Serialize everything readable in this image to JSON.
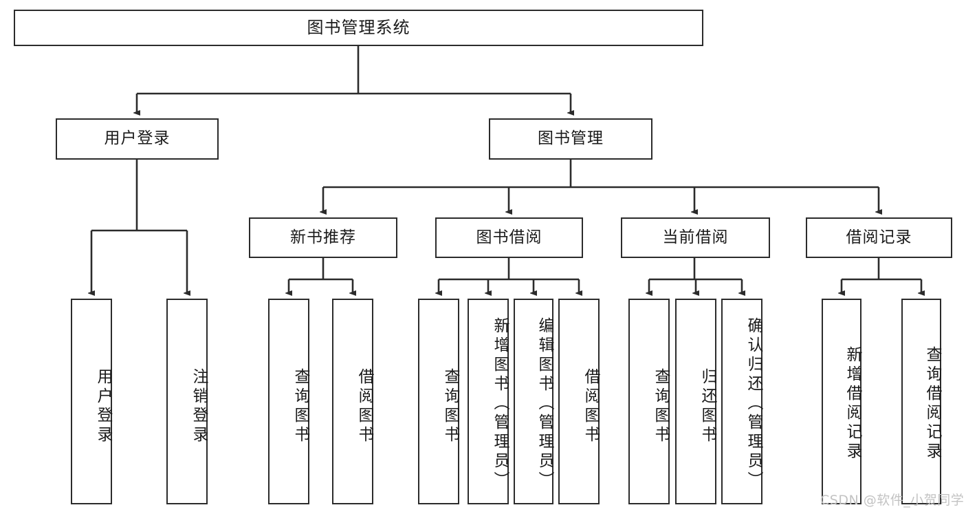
{
  "diagram": {
    "title": "图书管理系统",
    "type": "tree-hierarchy",
    "root": {
      "label": "图书管理系统"
    },
    "level2": [
      {
        "label": "用户登录"
      },
      {
        "label": "图书管理"
      }
    ],
    "level3": [
      {
        "label": "新书推荐"
      },
      {
        "label": "图书借阅"
      },
      {
        "label": "当前借阅"
      },
      {
        "label": "借阅记录"
      }
    ],
    "leaves": {
      "user_login": [
        {
          "label": "用户登录"
        },
        {
          "label": "注销登录"
        }
      ],
      "new_book_recommend": [
        {
          "label": "查询图书"
        },
        {
          "label": "借阅图书"
        }
      ],
      "book_borrow": [
        {
          "label": "查询图书"
        },
        {
          "label": "新增图书（管理员）"
        },
        {
          "label": "编辑图书（管理员）"
        },
        {
          "label": "借阅图书"
        }
      ],
      "current_borrow": [
        {
          "label": "查询图书"
        },
        {
          "label": "归还图书"
        },
        {
          "label": "确认归还（管理员）"
        }
      ],
      "borrow_record": [
        {
          "label": "新增借阅记录"
        },
        {
          "label": "查询借阅记录"
        }
      ]
    }
  },
  "watermark": {
    "text": "CSDN @软件_小贺同学"
  },
  "colors": {
    "stroke": "#2b2b2b",
    "background": "#ffffff",
    "text": "#1a1a1a",
    "watermark": "#c3c3c3"
  }
}
